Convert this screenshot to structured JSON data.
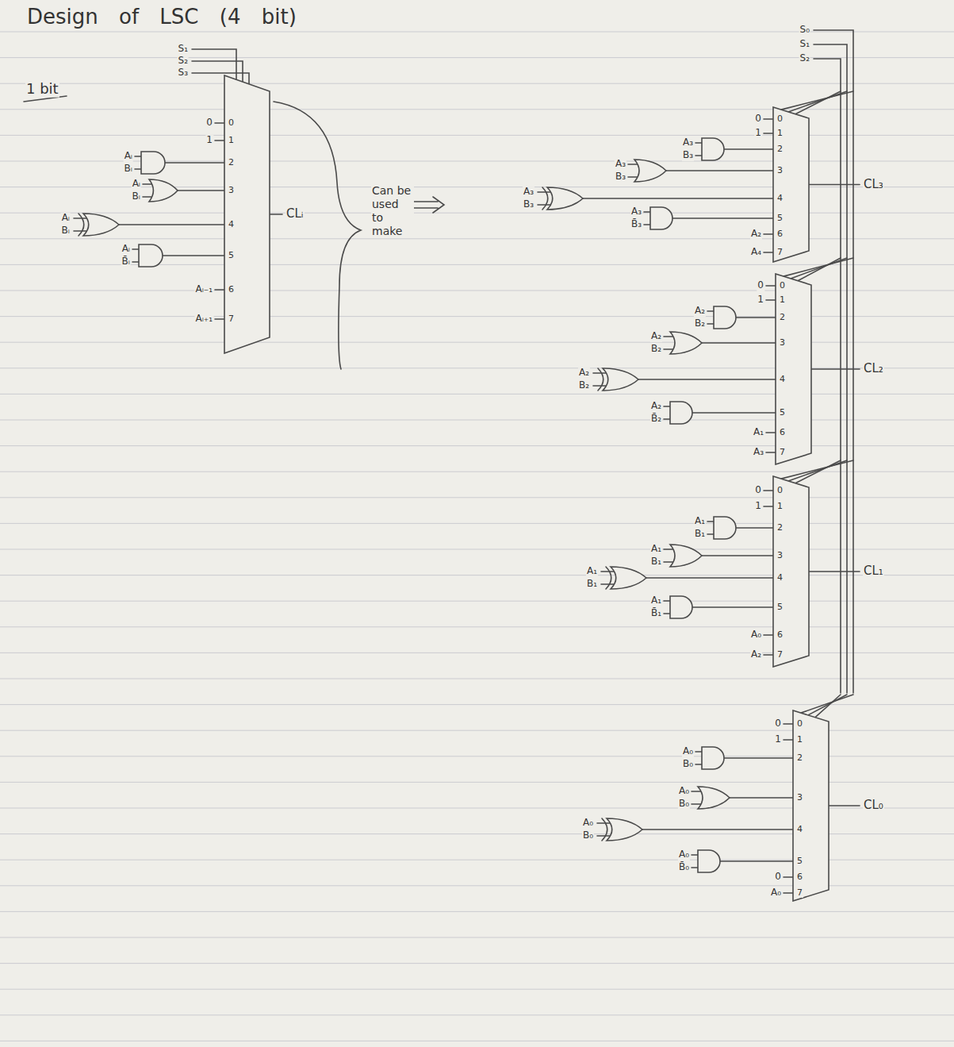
{
  "diagram": {
    "title": "Design of LSC (4 bit)",
    "nodes": [
      {
        "text": [
          "0",
          "1",
          "2",
          "3",
          "4",
          "5",
          "6",
          "7"
        ]
      },
      {
        "text": [
          "0",
          "1",
          "2",
          "3",
          "4",
          "5",
          "6",
          "7"
        ]
      },
      {
        "text": [
          "0",
          "1",
          "2",
          "3",
          "4",
          "5",
          "6",
          "7"
        ]
      },
      {
        "text": [
          "0",
          "1",
          "2",
          "3",
          "4",
          "5",
          "6",
          "7"
        ]
      },
      {
        "text": [
          "0",
          "1",
          "2",
          "3",
          "4",
          "5",
          "6",
          "7"
        ]
      }
    ],
    "labels": [
      "1 bit",
      "S₁",
      "S₂",
      "S₃",
      "0",
      "1",
      "Aᵢ",
      "Bᵢ",
      "Aᵢ",
      "Bᵢ",
      "Aᵢ",
      "Bᵢ",
      "Aᵢ",
      "B̄ᵢ",
      "Aᵢ₋₁",
      "Aᵢ₊₁",
      "CLᵢ",
      "Can be used to make",
      "S₀",
      "S₁",
      "S₂",
      "0",
      "1",
      "A₃",
      "B₃",
      "A₃",
      "B₃",
      "A₃",
      "B₃",
      "A₃",
      "B̄₃",
      "A₂",
      "A₄",
      "CL₃",
      "0",
      "1",
      "A₂",
      "B₂",
      "A₂",
      "B₂",
      "A₂",
      "B₂",
      "A₂",
      "B̄₂",
      "A₁",
      "A₃",
      "CL₂",
      "0",
      "1",
      "A₁",
      "B₁",
      "A₁",
      "B₁",
      "A₁",
      "B₁",
      "A₁",
      "B̄₁",
      "A₀",
      "A₂",
      "CL₁",
      "0",
      "1",
      "A₀",
      "B₀",
      "A₀",
      "B₀",
      "A₀",
      "B₀",
      "A₀",
      "B̄₀",
      "0",
      "A₀",
      "CL₀"
    ]
  }
}
